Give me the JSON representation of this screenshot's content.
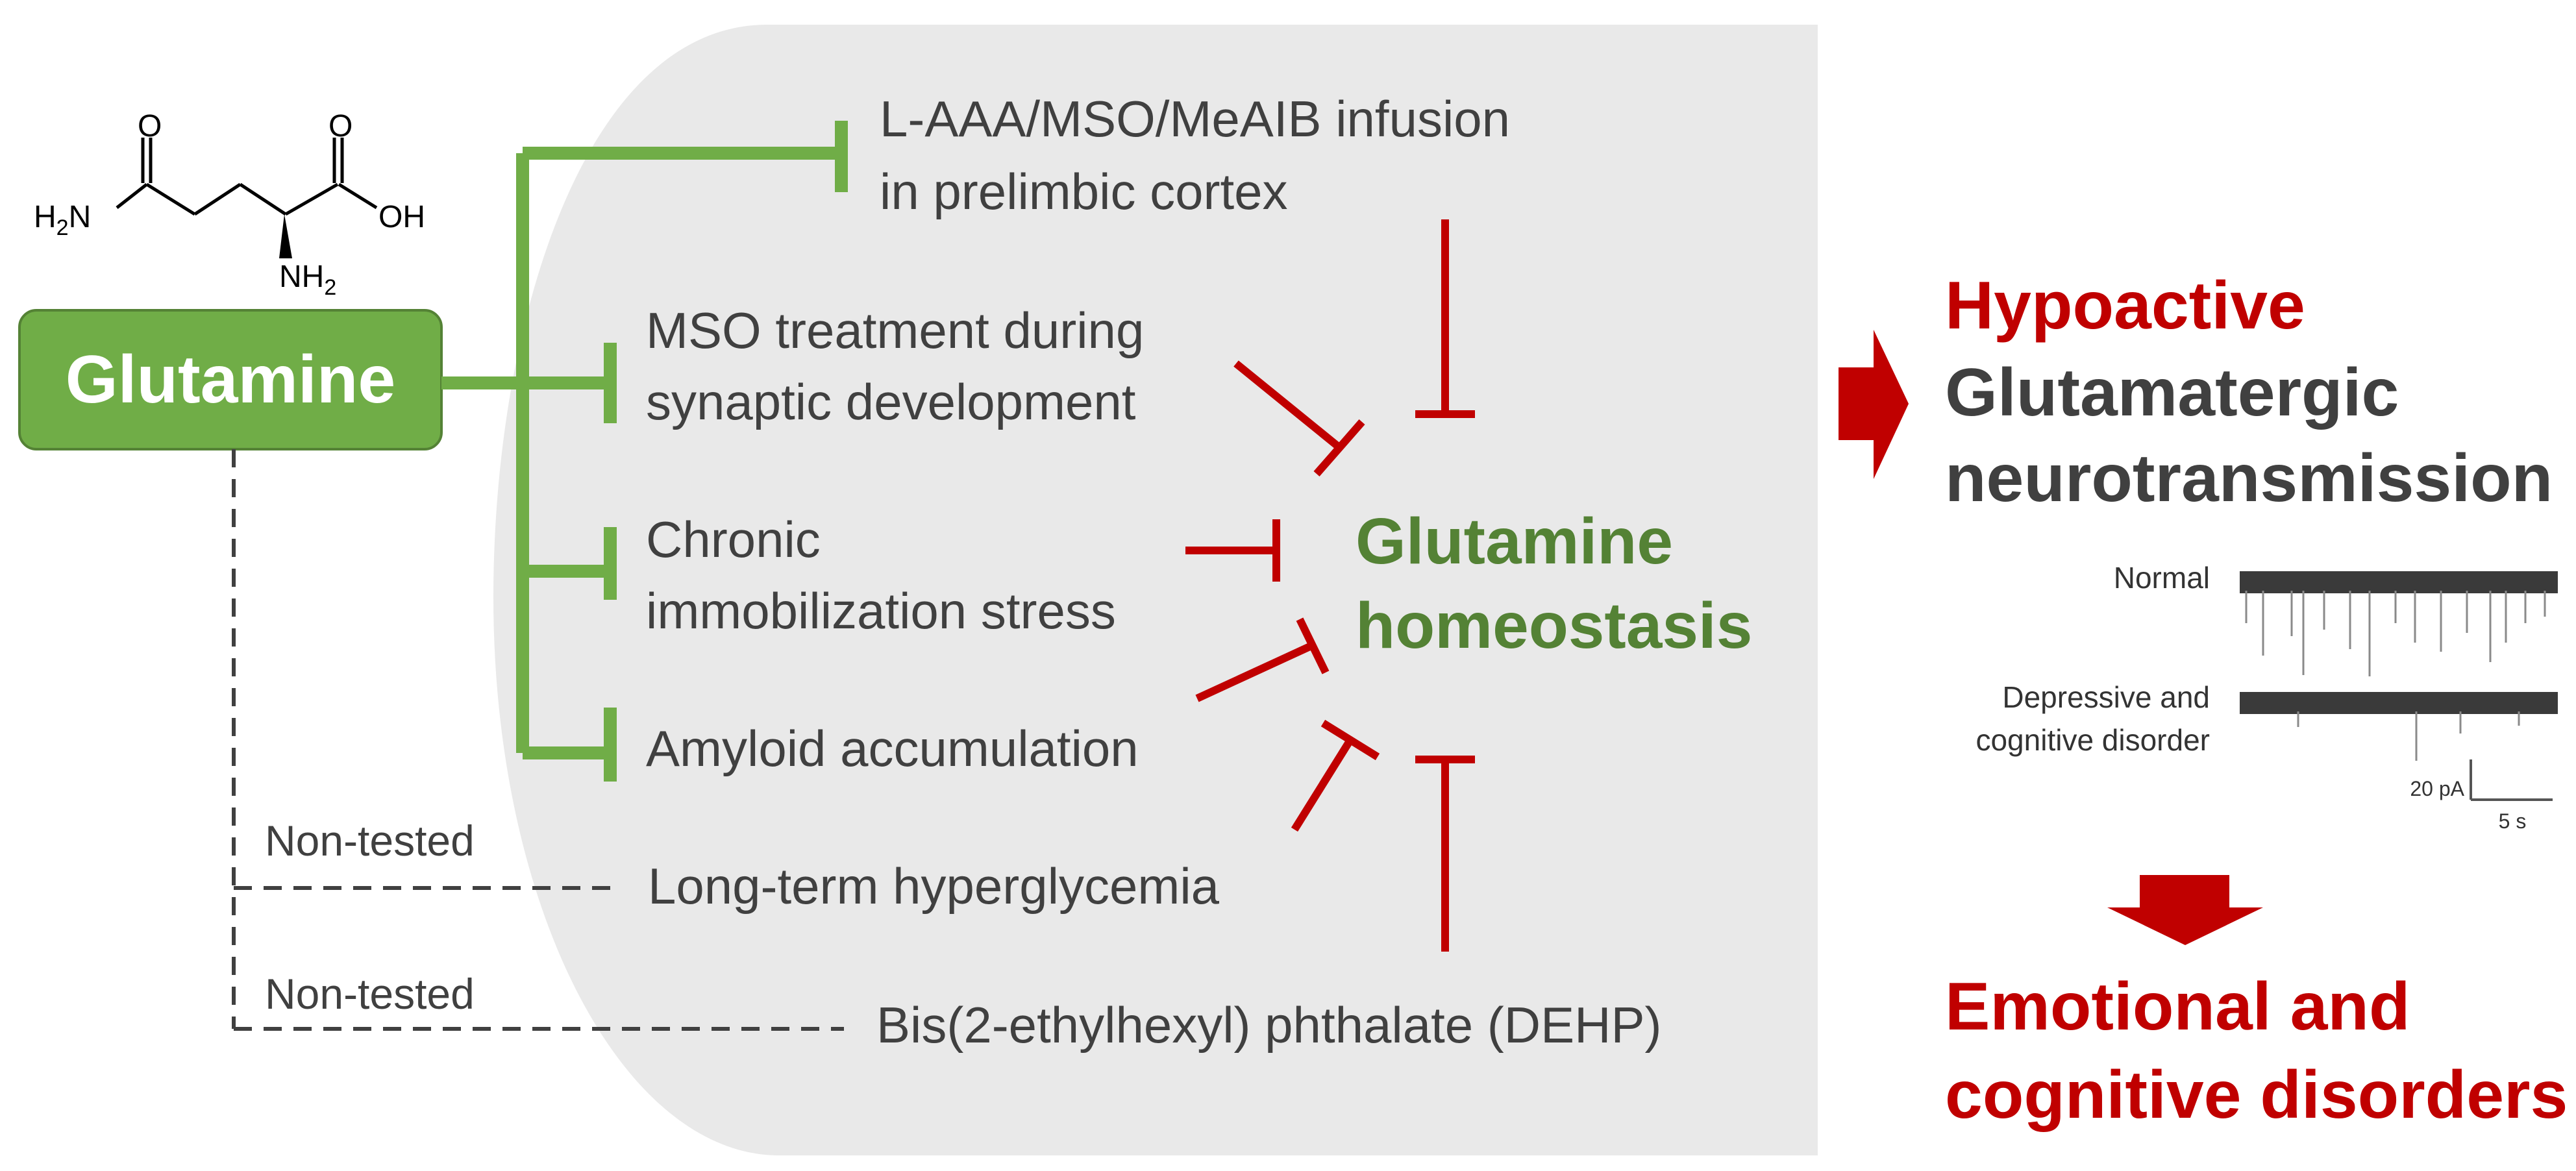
{
  "glutamine_box": {
    "label": "Glutamine"
  },
  "structure": {
    "o_left": "O",
    "o_right": "O",
    "h2n": "H",
    "two_a": "2",
    "n_a": "N",
    "oh": "OH",
    "nh2": "NH",
    "two_b": "2"
  },
  "causes": {
    "c1_line1": "L-AAA/MSO/MeAIB infusion",
    "c1_line2": "in prelimbic cortex",
    "c2_line1": "MSO treatment during",
    "c2_line2": "synaptic development",
    "c3_line1": "Chronic",
    "c3_line2": "immobilization stress",
    "c4": "Amyloid accumulation",
    "c5": "Long-term hyperglycemia",
    "c6": "Bis(2-ethylhexyl) phthalate (DEHP)"
  },
  "non_tested": {
    "label1": "Non-tested",
    "label2": "Non-tested"
  },
  "homeostasis": {
    "line1": "Glutamine",
    "line2": "homeostasis"
  },
  "outcome": {
    "hypoactive": "Hypoactive",
    "line2": "Glutamatergic",
    "line3": "neurotransmission",
    "normal": "Normal",
    "depr_line1": "Depressive and",
    "depr_line2": "cognitive disorder",
    "scale_pa": "20 pA",
    "scale_s": "5 s",
    "final_line1": "Emotional and",
    "final_line2": "cognitive disorders"
  },
  "colors": {
    "green": "#70ad47",
    "green_dark": "#548235",
    "red": "#c00000",
    "gray_bg": "#e9e9e9",
    "text_gray": "#404040"
  }
}
